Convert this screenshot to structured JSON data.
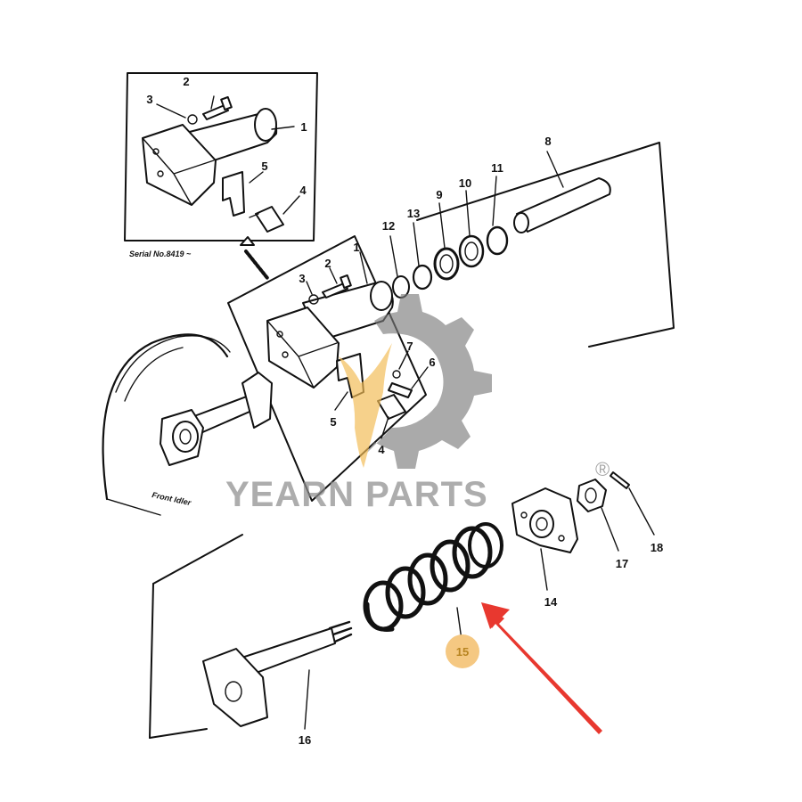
{
  "labels": {
    "p1a": "1",
    "p2a": "2",
    "p3a": "3",
    "p4a": "4",
    "p5a": "5",
    "p1b": "1",
    "p2b": "2",
    "p3b": "3",
    "p4b": "4",
    "p5b": "5",
    "p6": "6",
    "p7": "7",
    "p8": "8",
    "p9": "9",
    "p10": "10",
    "p11": "11",
    "p12": "12",
    "p13": "13",
    "p14": "14",
    "p15": "15",
    "p16": "16",
    "p17": "17",
    "p18": "18"
  },
  "serial_note": "Serial No.8419 ~",
  "front_idler_label": "Front Idler",
  "watermark": {
    "text": "YEARN PARTS",
    "registered_mark": "®"
  },
  "colors": {
    "line": "#111111",
    "highlight_circle": "#f5c882",
    "arrow": "#e8382f",
    "watermark_gray": "#8e8e8e",
    "watermark_yellow": "#f2bc55"
  },
  "highlighted_part": "15"
}
